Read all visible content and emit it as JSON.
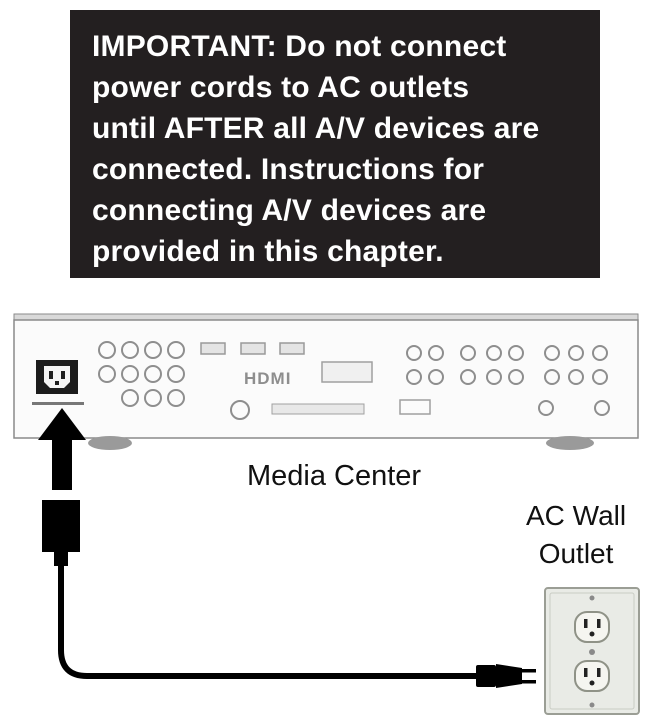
{
  "notice": {
    "text": "IMPORTANT: Do not connect\npower cords to AC outlets\nuntil AFTER all A/V devices are\nconnected.   Instructions for\nconnecting A/V devices are\nprovided in this chapter."
  },
  "device": {
    "label": "Media Center",
    "hdmi_logo": "HDMI"
  },
  "outlet": {
    "label": "AC Wall\nOutlet"
  },
  "colors": {
    "notice_background": "#231f20",
    "notice_text": "#ffffff",
    "cable": "#000000",
    "panel": "#ffffff",
    "outlet_plate": "#eceee8"
  }
}
